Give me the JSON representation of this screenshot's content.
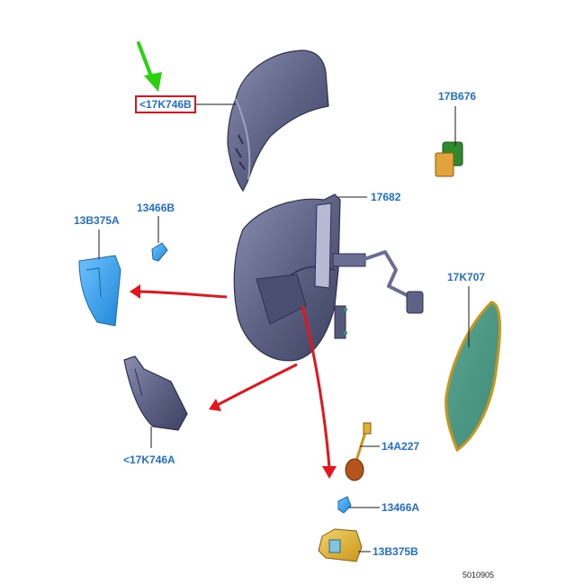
{
  "labels": {
    "mirror_cap_upper": "<17K746B",
    "motor": "17B676",
    "housing": "17682",
    "cover_left": "13B375A",
    "bulb_left": "13466B",
    "glass": "17K707",
    "cap_lower": "<17K746A",
    "harness": "14A227",
    "bulb_right": "13466A",
    "cover_right": "13B375B"
  },
  "doc_number": "5010905",
  "colors": {
    "highlight_box": "#e0141b",
    "callout_text": "#1f6fd1",
    "green_arrow": "#2ad10f",
    "red_arrow": "#e8141b",
    "housing": "#5e6284",
    "blue_part": "#2f9be8",
    "amber_part": "#e0b12a",
    "green_part": "#2e8a2c",
    "glass": "#4f9a86"
  }
}
